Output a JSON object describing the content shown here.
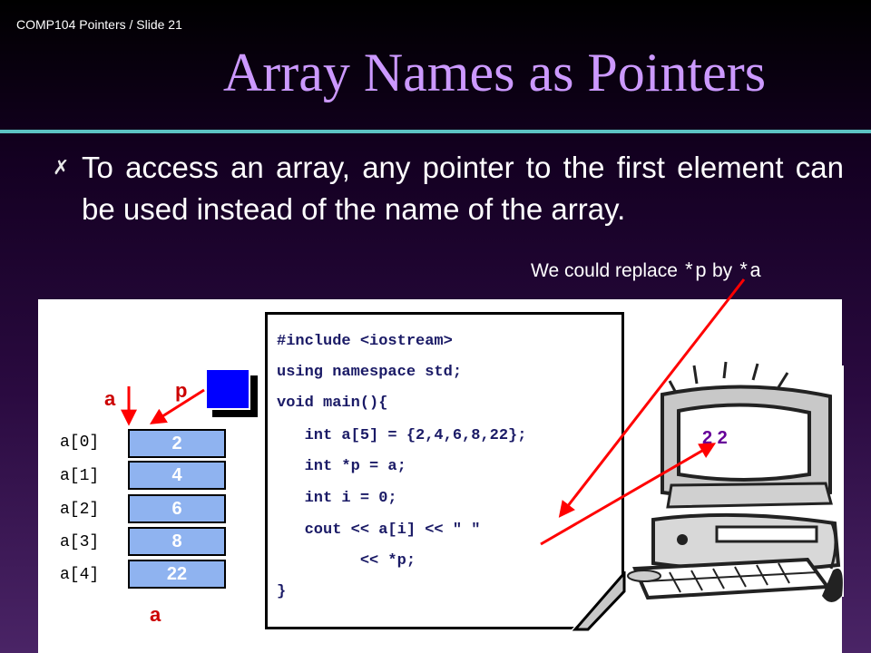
{
  "header": {
    "label": "COMP104 Pointers / Slide 21"
  },
  "title": "Array Names as Pointers",
  "bullet": {
    "icon": "x-bullet-icon",
    "text": "To access an array, any pointer to the first element can be used instead of the name of the array."
  },
  "note": {
    "prefix": "We could replace ",
    "from": "*p",
    "middle": " by ",
    "to": "*a"
  },
  "diagram": {
    "array_name_top": "a",
    "array_name_bottom": "a",
    "pointer_name": "p",
    "indices": [
      "a[0]",
      "a[1]",
      "a[2]",
      "a[3]",
      "a[4]"
    ],
    "values": [
      "2",
      "4",
      "6",
      "8",
      "22"
    ],
    "colors": {
      "cell": "#8fb3f0",
      "pointer_box": "#0000ff",
      "arrow": "#ff0000",
      "label": "#cc0000"
    }
  },
  "code": {
    "lines": [
      "#include <iostream>",
      "using namespace std;",
      "void main(){",
      "   int a[5] = {2,4,6,8,22};",
      "   int *p = a;",
      "   int i = 0;",
      "   cout << a[i] << \" \"",
      "         << *p;",
      "}"
    ]
  },
  "output": {
    "text": "2 2"
  }
}
